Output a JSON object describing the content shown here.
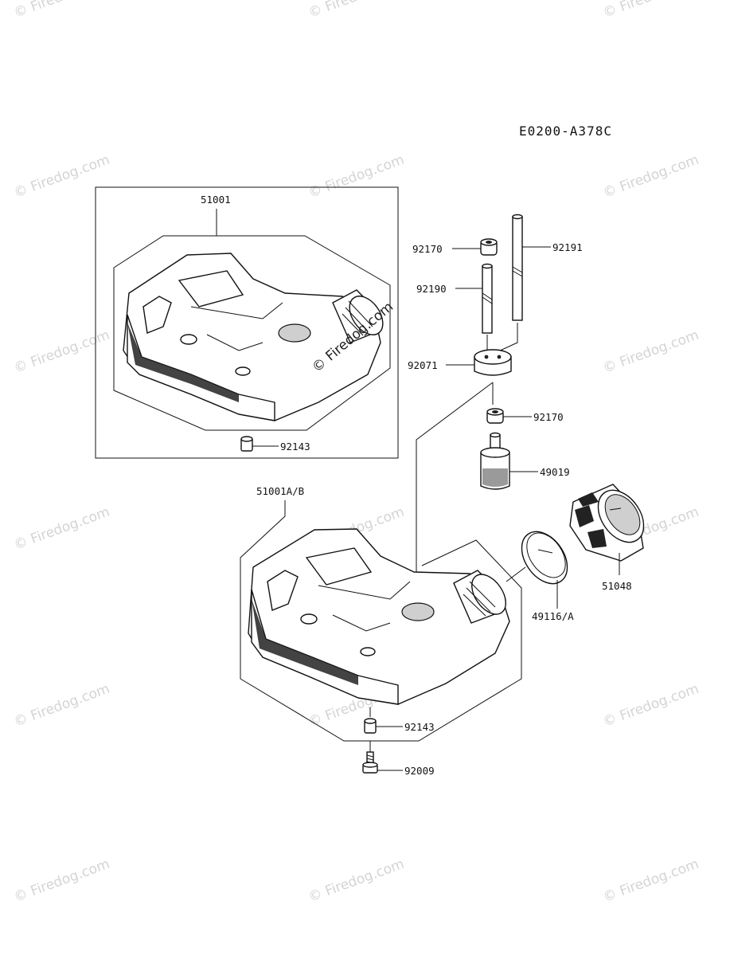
{
  "diagram_code": "E0200-A378C",
  "watermark_text": "© Firedog.com",
  "center_watermark_text": "© Firedog.com",
  "part_labels": {
    "p51001": "51001",
    "p92143_top": "92143",
    "p92170_top": "92170",
    "p92191": "92191",
    "p92190": "92190",
    "p92071": "92071",
    "p92170_mid": "92170",
    "p49019": "49019",
    "p51001ab": "51001A/B",
    "p51048": "51048",
    "p49116a": "49116/A",
    "p92143_bot": "92143",
    "p92009": "92009"
  }
}
